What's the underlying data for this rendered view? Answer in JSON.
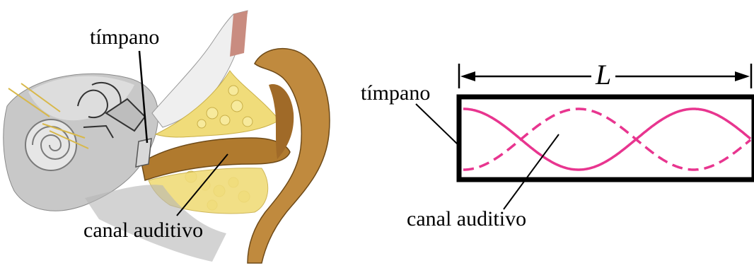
{
  "ear_figure": {
    "label_eardrum": "tímpano",
    "label_canal": "canal auditivo"
  },
  "tube_figure": {
    "label_eardrum": "tímpano",
    "label_canal": "canal auditivo",
    "length_symbol": "L",
    "wave_color": "#e8358f"
  }
}
